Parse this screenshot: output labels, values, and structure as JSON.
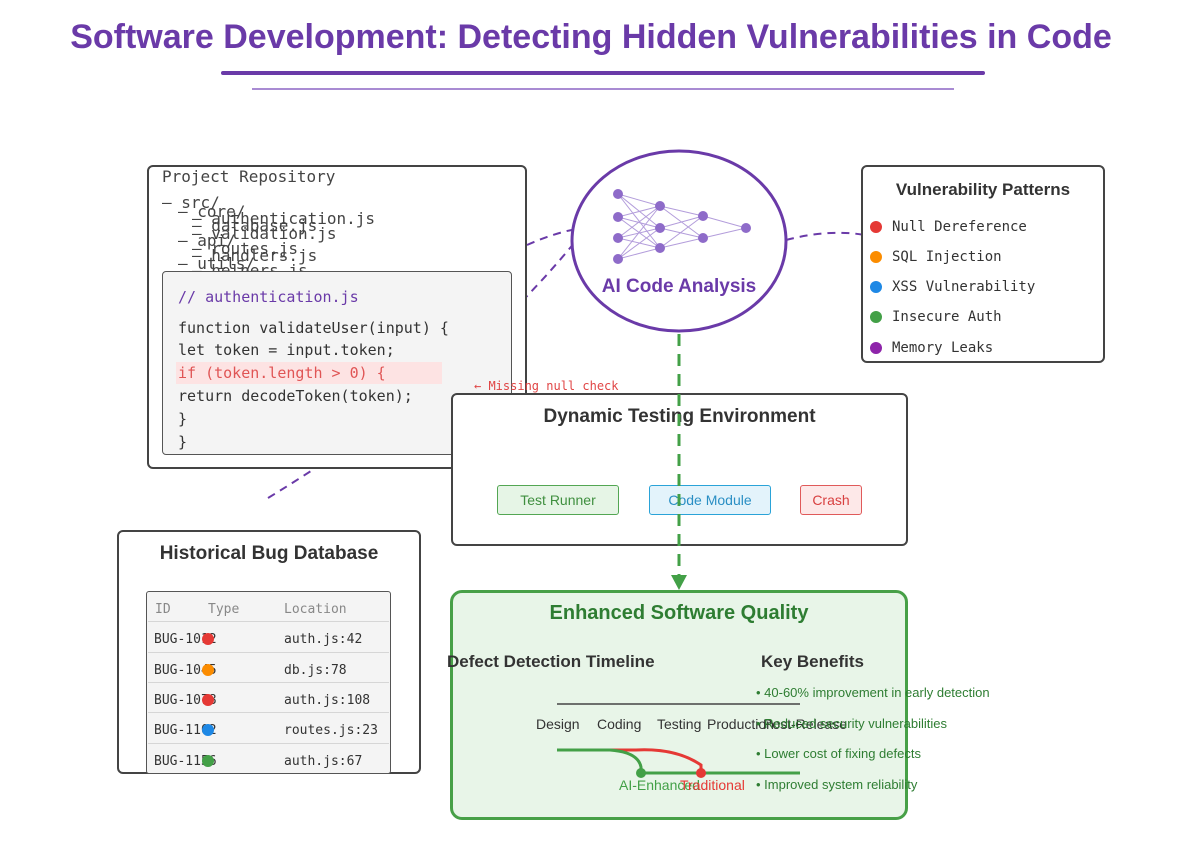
{
  "title": "Software Development: Detecting Hidden Vulnerabilities in Code",
  "repository": {
    "title": "Project Repository",
    "tree": [
      "— src/",
      "— core/",
      "— authentication.js",
      "— database.js",
      "— validation.js",
      "— api/",
      "— routes.js",
      "— handlers.js",
      "— utils/",
      "— helpers.js"
    ],
    "code": {
      "comment": "// authentication.js",
      "lines": [
        "function validateUser(input) {",
        "let token = input.token;",
        "if (token.length > 0) {",
        "return decodeToken(token);",
        "}",
        "}"
      ],
      "annotation": "← Missing null check"
    }
  },
  "ai_analysis": {
    "label": "AI Code Analysis"
  },
  "vulnerability_patterns": {
    "title": "Vulnerability Patterns",
    "items": [
      {
        "label": "Null Dereference",
        "color": "#e53935"
      },
      {
        "label": "SQL Injection",
        "color": "#fb8c00"
      },
      {
        "label": "XSS Vulnerability",
        "color": "#1e88e5"
      },
      {
        "label": "Insecure Auth",
        "color": "#43a047"
      },
      {
        "label": "Memory Leaks",
        "color": "#8e24aa"
      }
    ]
  },
  "dynamic_testing": {
    "title": "Dynamic Testing Environment",
    "test_runner": "Test Runner",
    "code_module": "Code Module",
    "crash": "Crash"
  },
  "historical_bugs": {
    "title": "Historical Bug Database",
    "headers": {
      "id": "ID",
      "type": "Type",
      "location": "Location"
    },
    "rows": [
      {
        "id": "BUG-1012",
        "color": "#e53935",
        "location": "auth.js:42"
      },
      {
        "id": "BUG-1045",
        "color": "#fb8c00",
        "location": "db.js:78"
      },
      {
        "id": "BUG-1078",
        "color": "#e53935",
        "location": "auth.js:108"
      },
      {
        "id": "BUG-1102",
        "color": "#1e88e5",
        "location": "routes.js:23"
      },
      {
        "id": "BUG-1156",
        "color": "#43a047",
        "location": "auth.js:67"
      }
    ]
  },
  "enhanced_quality": {
    "title": "Enhanced Software Quality",
    "timeline": {
      "title": "Defect Detection Timeline",
      "phases": [
        "Design",
        "Coding",
        "Testing",
        "Production",
        "Post-Release"
      ],
      "ai_label": "AI-Enhanced",
      "traditional_label": "Traditional",
      "ai_color": "#43a047",
      "traditional_color": "#e53935"
    },
    "benefits": {
      "title": "Key Benefits",
      "items": [
        "• 40-60% improvement in early detection",
        "• Reduced security vulnerabilities",
        "• Lower cost of fixing defects",
        "• Improved system reliability"
      ]
    }
  },
  "colors": {
    "accent": "#6a3aa8",
    "green": "#43a047",
    "red": "#e53935"
  }
}
